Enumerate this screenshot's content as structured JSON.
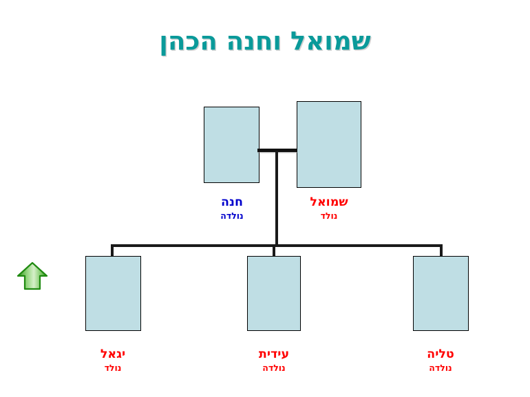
{
  "slide": {
    "title": "שמואל וחנה הכהן",
    "title_color": "#0a9a9a",
    "background": "#ffffff",
    "box_fill": "#bfdee4",
    "box_border": "#000000",
    "male_color": "#ff0000",
    "female_color": "#0000cc",
    "arrow_color": "#2f9e1f"
  },
  "parents": [
    {
      "id": "hana",
      "name": "חנה",
      "status": "נולדה",
      "color": "#0000cc",
      "gender": "female"
    },
    {
      "id": "shmuel",
      "name": "שמואל",
      "status": "נולד",
      "color": "#ff0000",
      "gender": "male"
    }
  ],
  "children": [
    {
      "id": "yigal",
      "name": "יגאל",
      "status": "נולד",
      "color": "#ff0000",
      "gender": "male"
    },
    {
      "id": "idit",
      "name": "עידית",
      "status": "נולדה",
      "color": "#ff0000",
      "gender": "female"
    },
    {
      "id": "talia",
      "name": "טליה",
      "status": "נולדה",
      "color": "#ff0000",
      "gender": "female"
    }
  ],
  "nav": {
    "up_arrow_label": "up-arrow"
  }
}
